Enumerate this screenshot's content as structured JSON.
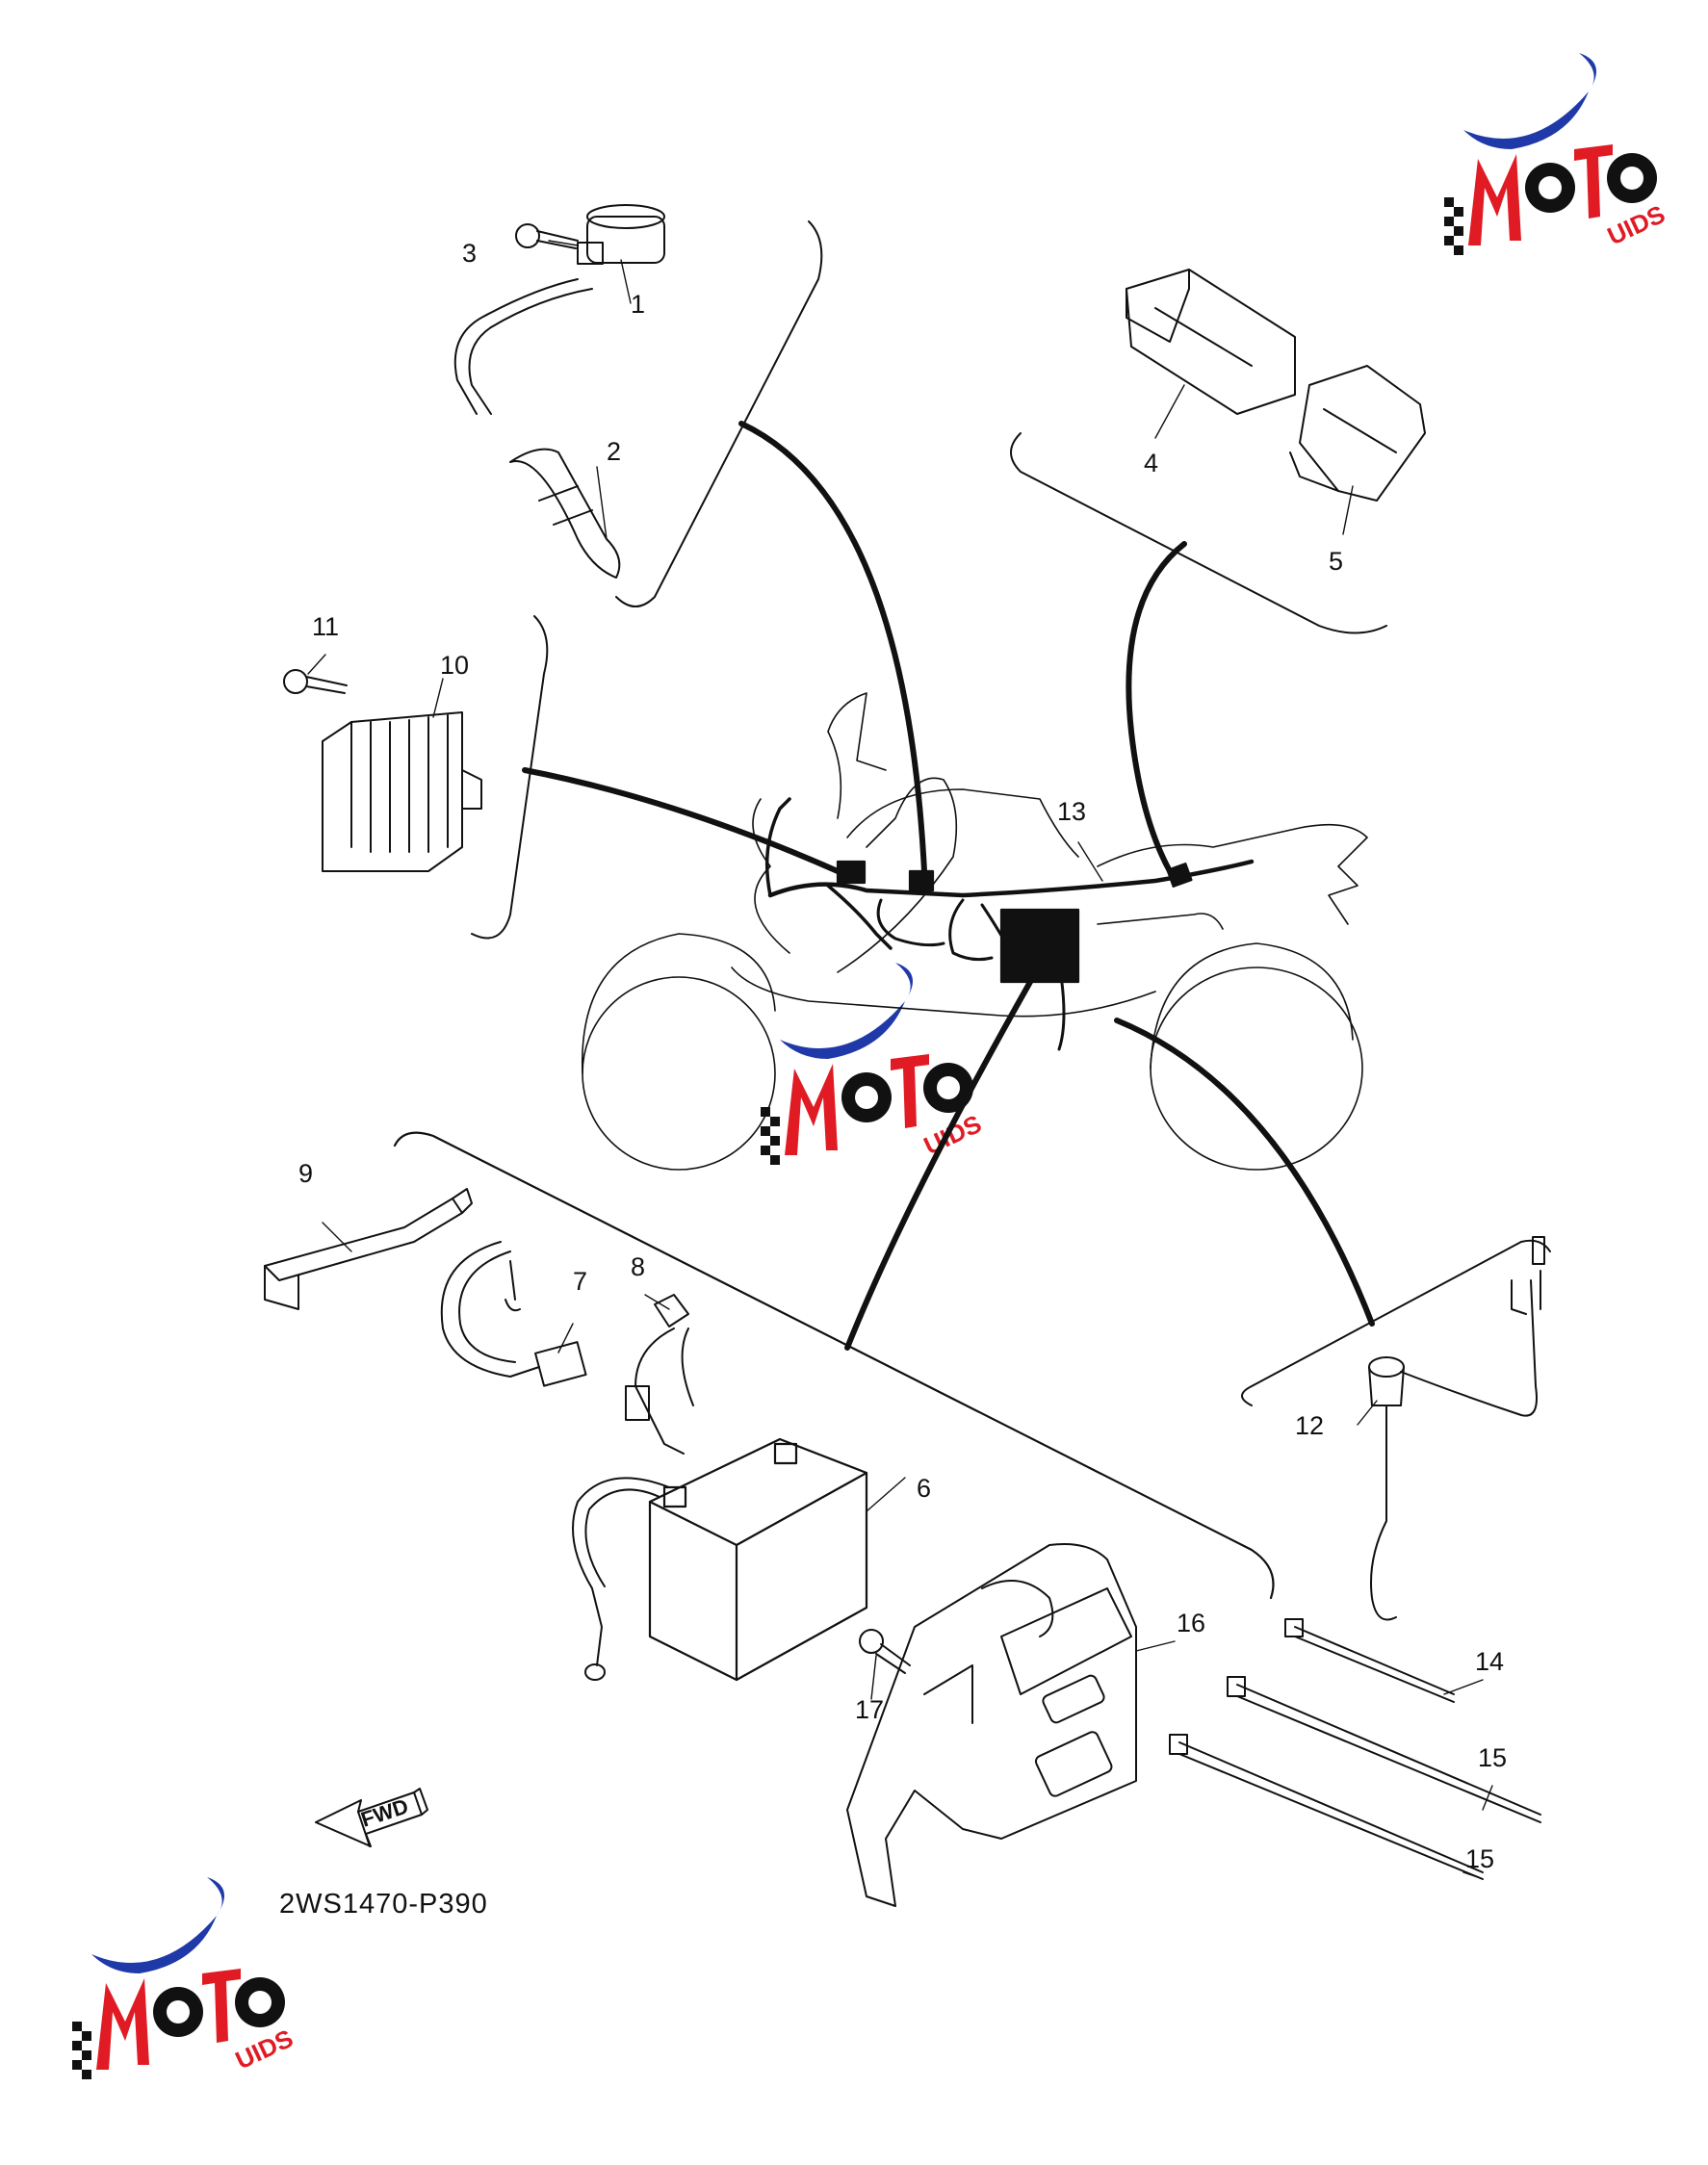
{
  "diagram": {
    "code": "2WS1470-P390",
    "fwd_label": "FWD",
    "part_numbers": [
      "1",
      "2",
      "3",
      "4",
      "5",
      "6",
      "7",
      "8",
      "9",
      "10",
      "11",
      "12",
      "13",
      "14",
      "15",
      "15",
      "16",
      "17"
    ]
  },
  "watermark": {
    "brand": "MOTO",
    "suffix": "UIDS",
    "colors": {
      "red": "#e01b24",
      "blue": "#1f3aa8",
      "black": "#111111"
    }
  }
}
